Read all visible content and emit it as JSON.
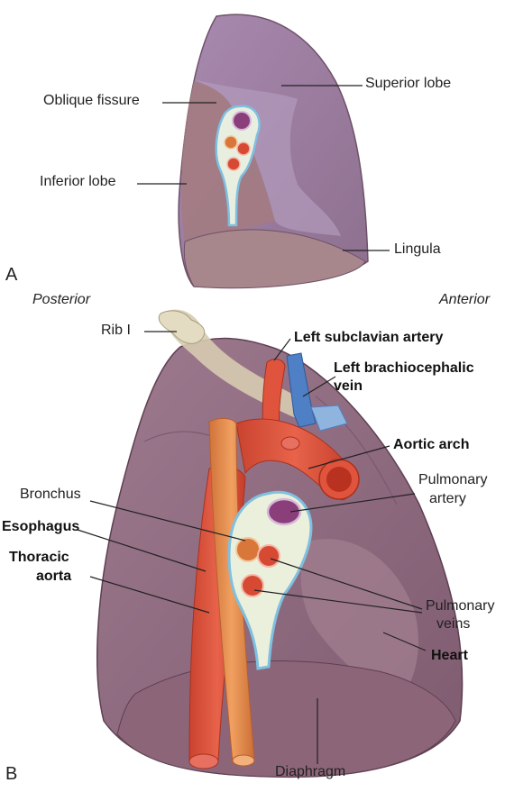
{
  "panel_a": {
    "letter": "A",
    "labels": {
      "superior_lobe": "Superior lobe",
      "oblique_fissure": "Oblique fissure",
      "inferior_lobe": "Inferior lobe",
      "lingula": "Lingula"
    }
  },
  "panel_b": {
    "letter": "B",
    "posterior": "Posterior",
    "anterior": "Anterior",
    "labels": {
      "rib_1": "Rib I",
      "left_subclavian_artery": "Left subclavian artery",
      "left_brachiocephalic_vein_1": "Left brachiocephalic",
      "left_brachiocephalic_vein_2": "vein",
      "aortic_arch": "Aortic arch",
      "pulmonary_artery_1": "Pulmonary",
      "pulmonary_artery_2": "artery",
      "bronchus": "Bronchus",
      "esophagus": "Esophagus",
      "thoracic_aorta_1": "Thoracic",
      "thoracic_aorta_2": "aorta",
      "pulmonary_veins_1": "Pulmonary",
      "pulmonary_veins_2": "veins",
      "heart": "Heart",
      "diaphragm": "Diaphragm"
    }
  },
  "colors": {
    "lung_purple": "#9c7d96",
    "lung_lavender": "#a895b3",
    "lung_dark": "#7a5a6e",
    "artery_red": "#e0533c",
    "vein_blue": "#4f7fc4",
    "esophagus_orange": "#e08a4a",
    "bronchus_orange": "#d9763a",
    "pleura_blue": "#9fd0e8",
    "bone": "#d9d2b8"
  }
}
